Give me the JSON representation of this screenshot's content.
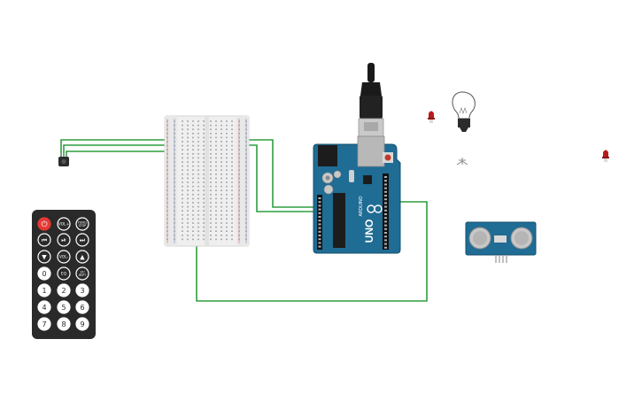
{
  "colors": {
    "background": "#ffffff",
    "wire": "#2e9e3e",
    "arduino_board": "#1f6c94",
    "breadboard": "#efefef",
    "remote_body": "#2a2a2a",
    "remote_power": "#e53935",
    "led": "#b71c1c",
    "sensor_board": "#1f6c94"
  },
  "remote": {
    "icon": "ir-remote-icon",
    "buttons": [
      {
        "label": "⏻",
        "kind": "power"
      },
      {
        "label": "VOL+",
        "kind": "small"
      },
      {
        "label": "FUNC/STOP",
        "kind": "small"
      },
      {
        "label": "⏮",
        "kind": "glyph"
      },
      {
        "label": "⏯",
        "kind": "glyph"
      },
      {
        "label": "⏭",
        "kind": "glyph"
      },
      {
        "label": "▼",
        "kind": "glyph"
      },
      {
        "label": "VOL-",
        "kind": "small"
      },
      {
        "label": "▲",
        "kind": "glyph"
      },
      {
        "label": "0",
        "kind": "digit"
      },
      {
        "label": "EQ",
        "kind": "small"
      },
      {
        "label": "ST/REPT",
        "kind": "small"
      },
      {
        "label": "1",
        "kind": "digit"
      },
      {
        "label": "2",
        "kind": "digit"
      },
      {
        "label": "3",
        "kind": "digit"
      },
      {
        "label": "4",
        "kind": "digit"
      },
      {
        "label": "5",
        "kind": "digit"
      },
      {
        "label": "6",
        "kind": "digit"
      },
      {
        "label": "7",
        "kind": "digit"
      },
      {
        "label": "8",
        "kind": "digit"
      },
      {
        "label": "9",
        "kind": "digit"
      }
    ]
  },
  "arduino": {
    "model": "UNO",
    "brand": "ARDUINO"
  },
  "components": {
    "ir_receiver": "ir-receiver-icon",
    "breadboard": "breadboard-icon",
    "usb_cable": "usb-cable-icon",
    "light_bulb": "light-bulb-icon",
    "led_left": "red-led-icon",
    "led_right": "red-led-icon",
    "servo_bracket": "bracket-icon",
    "ultrasonic_sensor": "ultrasonic-sensor-icon"
  }
}
